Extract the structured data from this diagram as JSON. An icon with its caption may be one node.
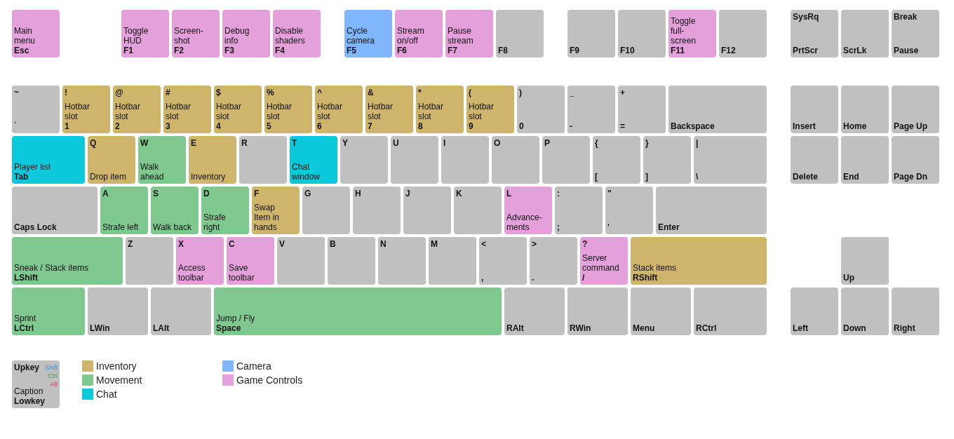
{
  "diagram": {
    "nodes": [
      {
        "text": [
          "Main menu",
          "Esc"
        ]
      },
      {
        "text": [
          "Toggle HUD",
          "F1"
        ]
      },
      {
        "text": [
          "Screen- shot",
          "F2"
        ]
      },
      {
        "text": [
          "Debug info",
          "F3"
        ]
      },
      {
        "text": [
          "Disable shaders",
          "F4"
        ]
      },
      {
        "text": [
          "Cycle camera",
          "F5"
        ]
      },
      {
        "text": [
          "Stream on/off",
          "F6"
        ]
      },
      {
        "text": [
          "Pause stream",
          "F7"
        ]
      },
      {
        "text": [
          "F8"
        ]
      },
      {
        "text": [
          "F9"
        ]
      },
      {
        "text": [
          "F10"
        ]
      },
      {
        "text": [
          "Toggle full- screen",
          "F11"
        ]
      },
      {
        "text": [
          "F12"
        ]
      },
      {
        "text": [
          "SysRq",
          "PrtScr"
        ]
      },
      {
        "text": [
          "ScrLk"
        ]
      },
      {
        "text": [
          "Break",
          "Pause"
        ]
      },
      {
        "text": [
          "~",
          "`"
        ]
      },
      {
        "text": [
          "!",
          "Hotbar slot",
          "1"
        ]
      },
      {
        "text": [
          "@",
          "Hotbar slot",
          "2"
        ]
      },
      {
        "text": [
          "#",
          "Hotbar slot",
          "3"
        ]
      },
      {
        "text": [
          "$",
          "Hotbar slot",
          "4"
        ]
      },
      {
        "text": [
          "%",
          "Hotbar slot",
          "5"
        ]
      },
      {
        "text": [
          "^",
          "Hotbar slot",
          "6"
        ]
      },
      {
        "text": [
          "&",
          "Hotbar slot",
          "7"
        ]
      },
      {
        "text": [
          "*",
          "Hotbar slot",
          "8"
        ]
      },
      {
        "text": [
          "(",
          "Hotbar slot",
          "9"
        ]
      },
      {
        "text": [
          ")",
          "0"
        ]
      },
      {
        "text": [
          "_",
          "-"
        ]
      },
      {
        "text": [
          "+",
          "="
        ]
      },
      {
        "text": [
          "Backspace"
        ]
      },
      {
        "text": [
          "Insert"
        ]
      },
      {
        "text": [
          "Home"
        ]
      },
      {
        "text": [
          "Page Up"
        ]
      },
      {
        "text": [
          "Player list",
          "Tab"
        ]
      },
      {
        "text": [
          "Q",
          "Drop item"
        ]
      },
      {
        "text": [
          "W",
          "Walk ahead"
        ]
      },
      {
        "text": [
          "E",
          "Inventory"
        ]
      },
      {
        "text": [
          "R"
        ]
      },
      {
        "text": [
          "T",
          "Chat window"
        ]
      },
      {
        "text": [
          "Y"
        ]
      },
      {
        "text": [
          "U"
        ]
      },
      {
        "text": [
          "I"
        ]
      },
      {
        "text": [
          "O"
        ]
      },
      {
        "text": [
          "P"
        ]
      },
      {
        "text": [
          "{",
          "["
        ]
      },
      {
        "text": [
          "}",
          "]"
        ]
      },
      {
        "text": [
          "|",
          "\\"
        ]
      },
      {
        "text": [
          "Delete"
        ]
      },
      {
        "text": [
          "End"
        ]
      },
      {
        "text": [
          "Page Dn"
        ]
      },
      {
        "text": [
          "Caps Lock"
        ]
      },
      {
        "text": [
          "A",
          "Strafe left"
        ]
      },
      {
        "text": [
          "S",
          "Walk back"
        ]
      },
      {
        "text": [
          "D",
          "Strafe right"
        ]
      },
      {
        "text": [
          "F",
          "Swap Item in hands"
        ]
      },
      {
        "text": [
          "G"
        ]
      },
      {
        "text": [
          "H"
        ]
      },
      {
        "text": [
          "J"
        ]
      },
      {
        "text": [
          "K"
        ]
      },
      {
        "text": [
          "L",
          "Advance- ments"
        ]
      },
      {
        "text": [
          ":",
          ";"
        ]
      },
      {
        "text": [
          "\"",
          "'"
        ]
      },
      {
        "text": [
          "Enter"
        ]
      },
      {
        "text": [
          "Sneak / Stack items",
          "LShift"
        ]
      },
      {
        "text": [
          "Z"
        ]
      },
      {
        "text": [
          "X",
          "Access toolbar"
        ]
      },
      {
        "text": [
          "C",
          "Save toolbar"
        ]
      },
      {
        "text": [
          "V"
        ]
      },
      {
        "text": [
          "B"
        ]
      },
      {
        "text": [
          "N"
        ]
      },
      {
        "text": [
          "M"
        ]
      },
      {
        "text": [
          "<",
          ","
        ]
      },
      {
        "text": [
          ">",
          "."
        ]
      },
      {
        "text": [
          "?",
          "Server command",
          "/"
        ]
      },
      {
        "text": [
          "Stack items",
          "RShift"
        ]
      },
      {
        "text": [
          "Up"
        ]
      },
      {
        "text": [
          "Sprint",
          "LCtrl"
        ]
      },
      {
        "text": [
          "LWin"
        ]
      },
      {
        "text": [
          "LAlt"
        ]
      },
      {
        "text": [
          "Jump / Fly",
          "Space"
        ]
      },
      {
        "text": [
          "RAlt"
        ]
      },
      {
        "text": [
          "RWin"
        ]
      },
      {
        "text": [
          "Menu"
        ]
      },
      {
        "text": [
          "RCtrl"
        ]
      },
      {
        "text": [
          "Left"
        ]
      },
      {
        "text": [
          "Down"
        ]
      },
      {
        "text": [
          "Right"
        ]
      },
      {
        "text": [
          "Upkey",
          "Shift",
          "Ctrl",
          "Alt",
          "Caption",
          "Lowkey"
        ]
      }
    ],
    "legend": [
      {
        "text": "Inventory",
        "color": "#cfb46c"
      },
      {
        "text": "Movement",
        "color": "#7fc890"
      },
      {
        "text": "Chat",
        "color": "#0bc8da"
      },
      {
        "text": "Camera",
        "color": "#80b6fc"
      },
      {
        "text": "Game Controls",
        "color": "#e3a0da"
      }
    ]
  }
}
